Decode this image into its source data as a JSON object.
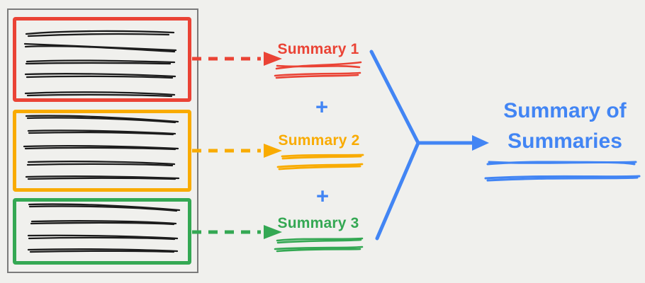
{
  "labels": {
    "summary1": "Summary 1",
    "summary2": "Summary 2",
    "summary3": "Summary 3",
    "plus": "+",
    "final": "Summary of Summaries"
  },
  "colors": {
    "chunk1_red": "#ea4335",
    "chunk2_orange": "#f9ab00",
    "chunk3_green": "#34a853",
    "merge_blue": "#4285f4",
    "document_ink": "#1c1c1c",
    "document_border_gray": "#7b7b7b",
    "background": "#f0f0ed"
  }
}
